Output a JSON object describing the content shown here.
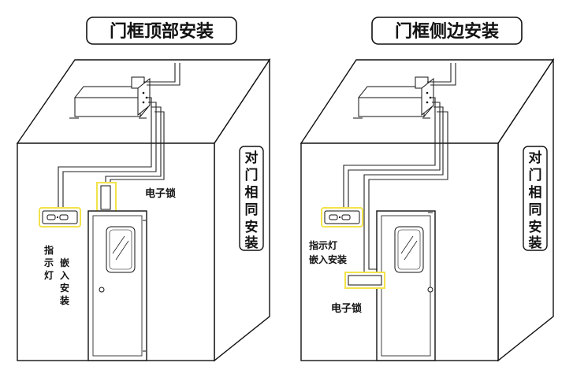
{
  "panels": [
    {
      "title": "门框顶部安装",
      "indicator_label_1": "指示灯",
      "indicator_label_2": "嵌入安装",
      "lock_label": "电子锁",
      "side_note": "对门相同安装"
    },
    {
      "title": "门框侧边安装",
      "indicator_label": "指示灯嵌入安装",
      "lock_label": "电子锁",
      "side_note": "对门相同安装"
    }
  ],
  "colors": {
    "highlight": "#f2e34a",
    "line": "#111111",
    "background": "#ffffff"
  },
  "icons": [
    "indicator-panel-icon",
    "electronic-lock-icon",
    "door-icon",
    "controller-box-icon"
  ]
}
